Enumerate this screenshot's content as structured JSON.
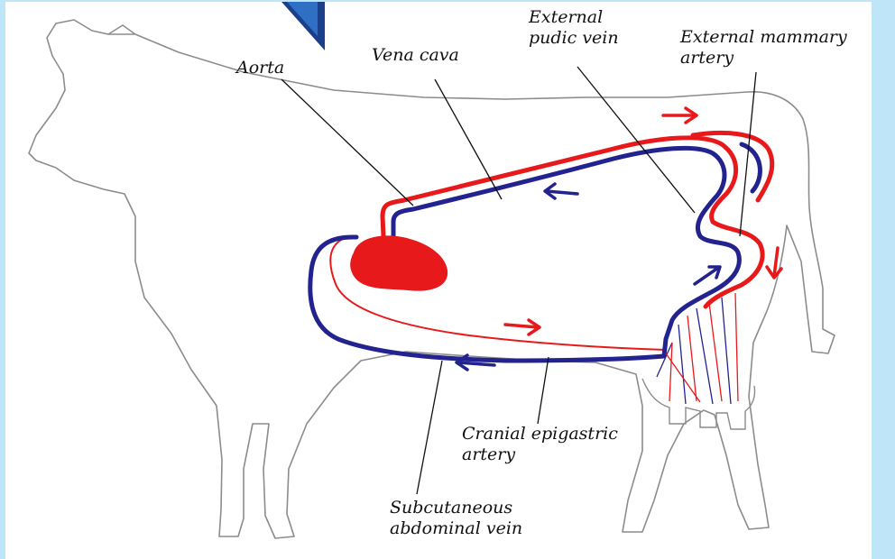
{
  "labels": {
    "aorta": "Aorta",
    "vena_cava": "Vena cava",
    "external_pudic_vein": "External\npudic vein",
    "external_mammary_artery": "External mammary\nartery",
    "cranial_epigastric_artery": "Cranial epigastric\nartery",
    "subcutaneous_abdominal_vein": "Subcutaneous\nabdominal vein"
  },
  "colors": {
    "artery": "#e8191b",
    "vein": "#23238f",
    "outline": "#8c8c8c",
    "background": "#bfe6f8",
    "corner_tab": "#1c3f8c"
  },
  "icons": [
    "cow-outline",
    "heart-icon",
    "corner-tab-icon",
    "flow-arrow-icon"
  ]
}
